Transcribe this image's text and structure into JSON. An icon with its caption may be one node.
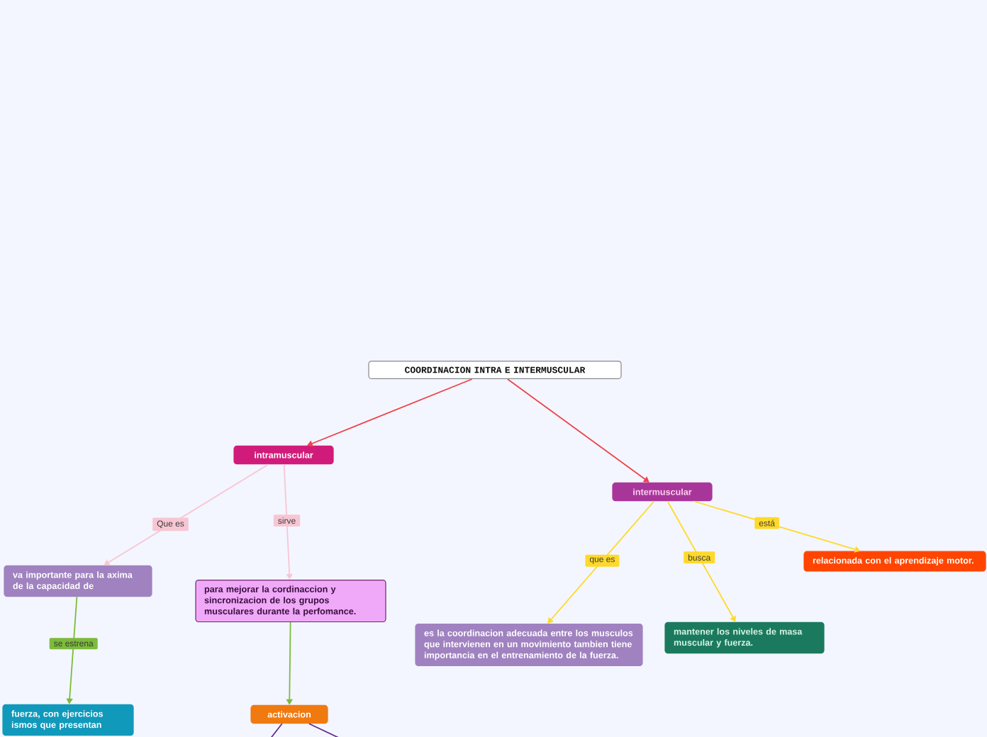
{
  "diagram": {
    "nodes": [
      {
        "text": [
          "COORDINACION INTRA E INTERMUSCULAR"
        ]
      },
      {
        "text": [
          "intramuscular"
        ]
      },
      {
        "text": [
          "intermuscular"
        ]
      },
      {
        "text": [
          "va importante para la axima de la capacidad de"
        ]
      },
      {
        "text": [
          "para mejorar la cordinaccion y sincronizacion de los grupos musculares durante la perfomance."
        ]
      },
      {
        "text": [
          "fuerza, con ejercicios ismos que presentan"
        ]
      },
      {
        "text": [
          "activacion"
        ]
      },
      {
        "text": [
          "es la coordinacion adecuada entre los musculos que intervienen en un movimiento tambien tiene importancia en el entrenamiento de la fuerza."
        ]
      },
      {
        "text": [
          "mantener los niveles de masa muscular y fuerza."
        ]
      },
      {
        "text": [
          "relacionada con el aprendizaje motor."
        ]
      }
    ],
    "edges": [
      {
        "from": 0,
        "to": 1,
        "arrow": "to",
        "color": "#f0424a"
      },
      {
        "from": 0,
        "to": 2,
        "arrow": "to",
        "color": "#f0424a"
      },
      {
        "from": 1,
        "to": 3,
        "arrow": "to",
        "label": "Que es",
        "color": "#f7c6d3"
      },
      {
        "from": 1,
        "to": 4,
        "arrow": "to",
        "label": "sirve",
        "color": "#f7c6d3"
      },
      {
        "from": 3,
        "to": 5,
        "arrow": "to",
        "label": "se estrena",
        "color": "#7cbb3c"
      },
      {
        "from": 4,
        "to": 6,
        "arrow": "to",
        "color": "#7cbb3c"
      },
      {
        "from": 6,
        "to": null,
        "arrow": "none",
        "color": "#6b2a8f"
      },
      {
        "from": 6,
        "to": null,
        "arrow": "none",
        "color": "#6b2a8f"
      },
      {
        "from": 2,
        "to": 7,
        "arrow": "to",
        "label": "que es",
        "color": "#ffd92a"
      },
      {
        "from": 2,
        "to": 8,
        "arrow": "to",
        "label": "busca",
        "color": "#ffd92a"
      },
      {
        "from": 2,
        "to": 9,
        "arrow": "to",
        "label": "está",
        "color": "#ffd92a"
      }
    ]
  }
}
